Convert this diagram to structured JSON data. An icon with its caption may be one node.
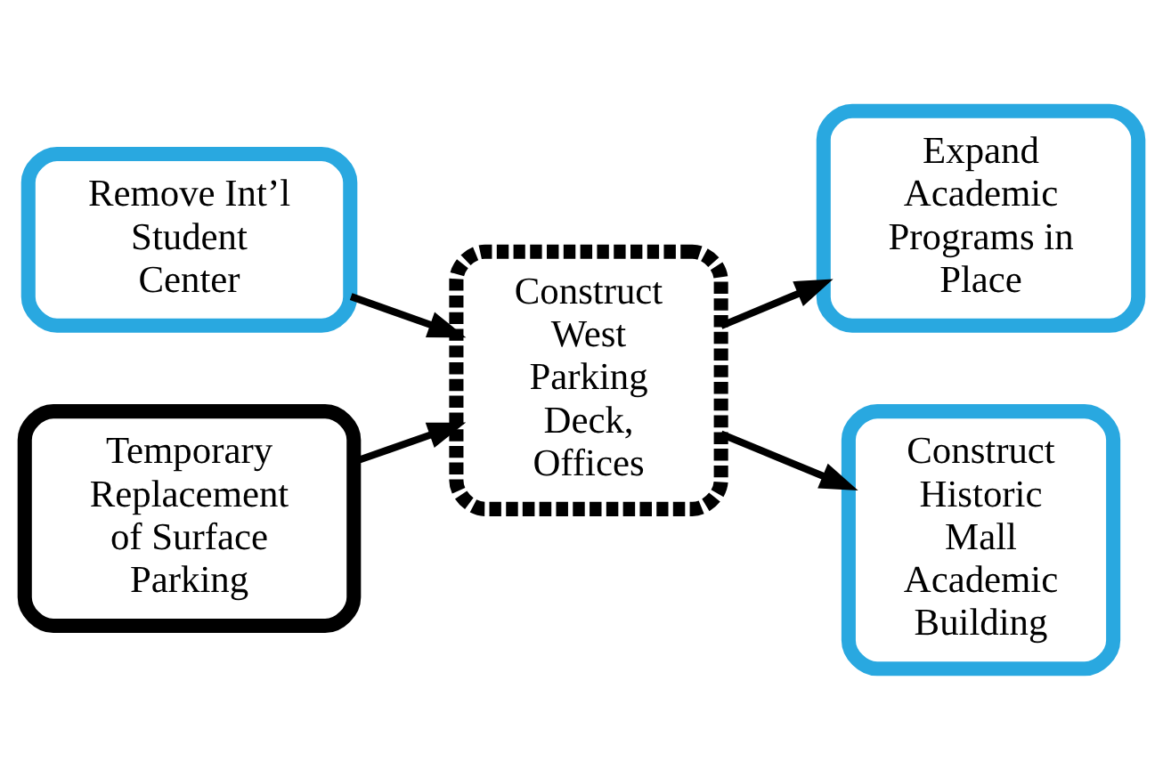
{
  "diagram": {
    "nodes": [
      {
        "text": [
          "Remove Int’l Student Center"
        ]
      },
      {
        "text": [
          "Temporary Replacement of Surface Parking"
        ]
      },
      {
        "text": [
          "Construct West Parking Deck, Offices"
        ]
      },
      {
        "text": [
          "Expand Academic Programs in Place"
        ]
      },
      {
        "text": [
          "Construct Historic Mall Academic Building"
        ]
      }
    ],
    "edges": [
      {
        "from": 0,
        "to": 2,
        "arrow": "to"
      },
      {
        "from": 1,
        "to": 2,
        "arrow": "to"
      },
      {
        "from": 2,
        "to": 3,
        "arrow": "to"
      },
      {
        "from": 2,
        "to": 4,
        "arrow": "to"
      }
    ]
  }
}
